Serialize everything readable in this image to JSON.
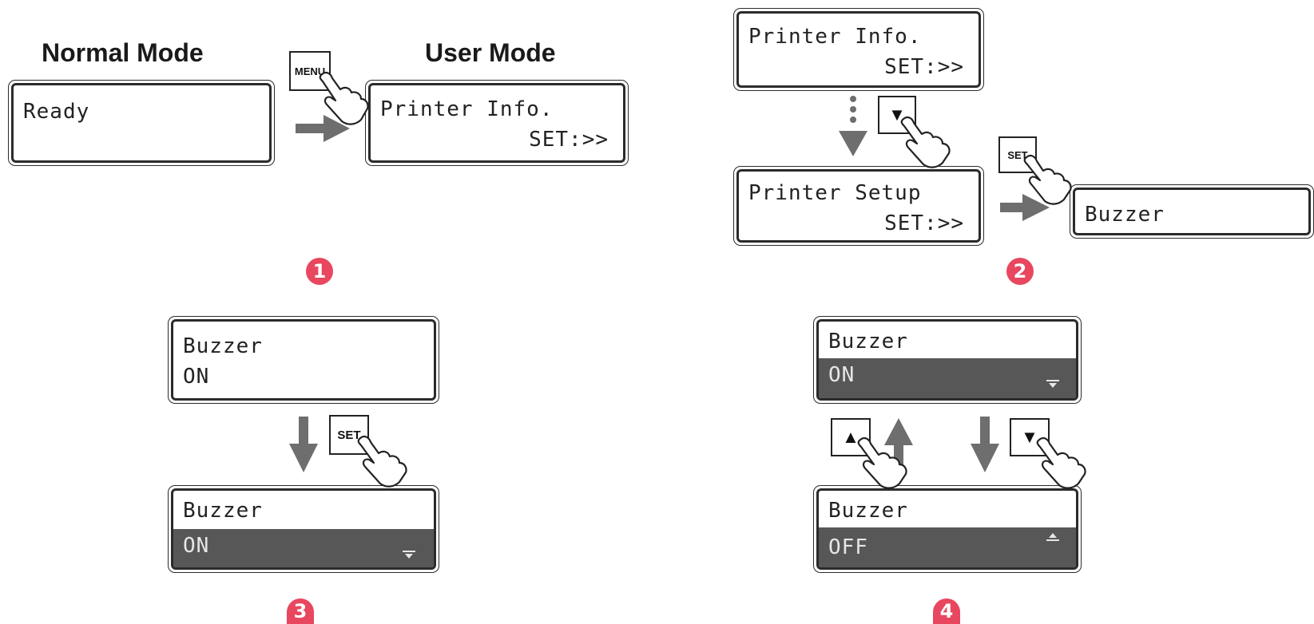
{
  "step1": {
    "normal_mode_label": "Normal Mode",
    "user_mode_label": "User Mode",
    "ready_display": "Ready",
    "user_display": {
      "line1": "Printer Info.",
      "line2": "SET:>>"
    },
    "menu_key": "MENU",
    "number": "1"
  },
  "step2": {
    "top_display": {
      "line1": "Printer Info.",
      "line2": "SET:>>"
    },
    "down_key": "▼",
    "bottom_display": {
      "line1": "Printer Setup",
      "line2": "SET:>>"
    },
    "set_key": "SET",
    "buzzer_display": "Buzzer",
    "number": "2"
  },
  "step3": {
    "top_display": {
      "line1": "Buzzer",
      "line2": "ON"
    },
    "set_key": "SET",
    "bottom_display": {
      "line1": "Buzzer",
      "line2": "ON"
    },
    "number": "3"
  },
  "step4": {
    "top_display": {
      "line1": "Buzzer",
      "line2": "ON"
    },
    "up_key": "▲",
    "down_key": "▼",
    "bottom_display": {
      "line1": "Buzzer",
      "line2": "OFF"
    },
    "number": "4"
  },
  "colors": {
    "arrow": "#6e6e6e",
    "highlight": "#575757",
    "step_badge": "#e8475f",
    "outline": "#2b2b2b"
  }
}
